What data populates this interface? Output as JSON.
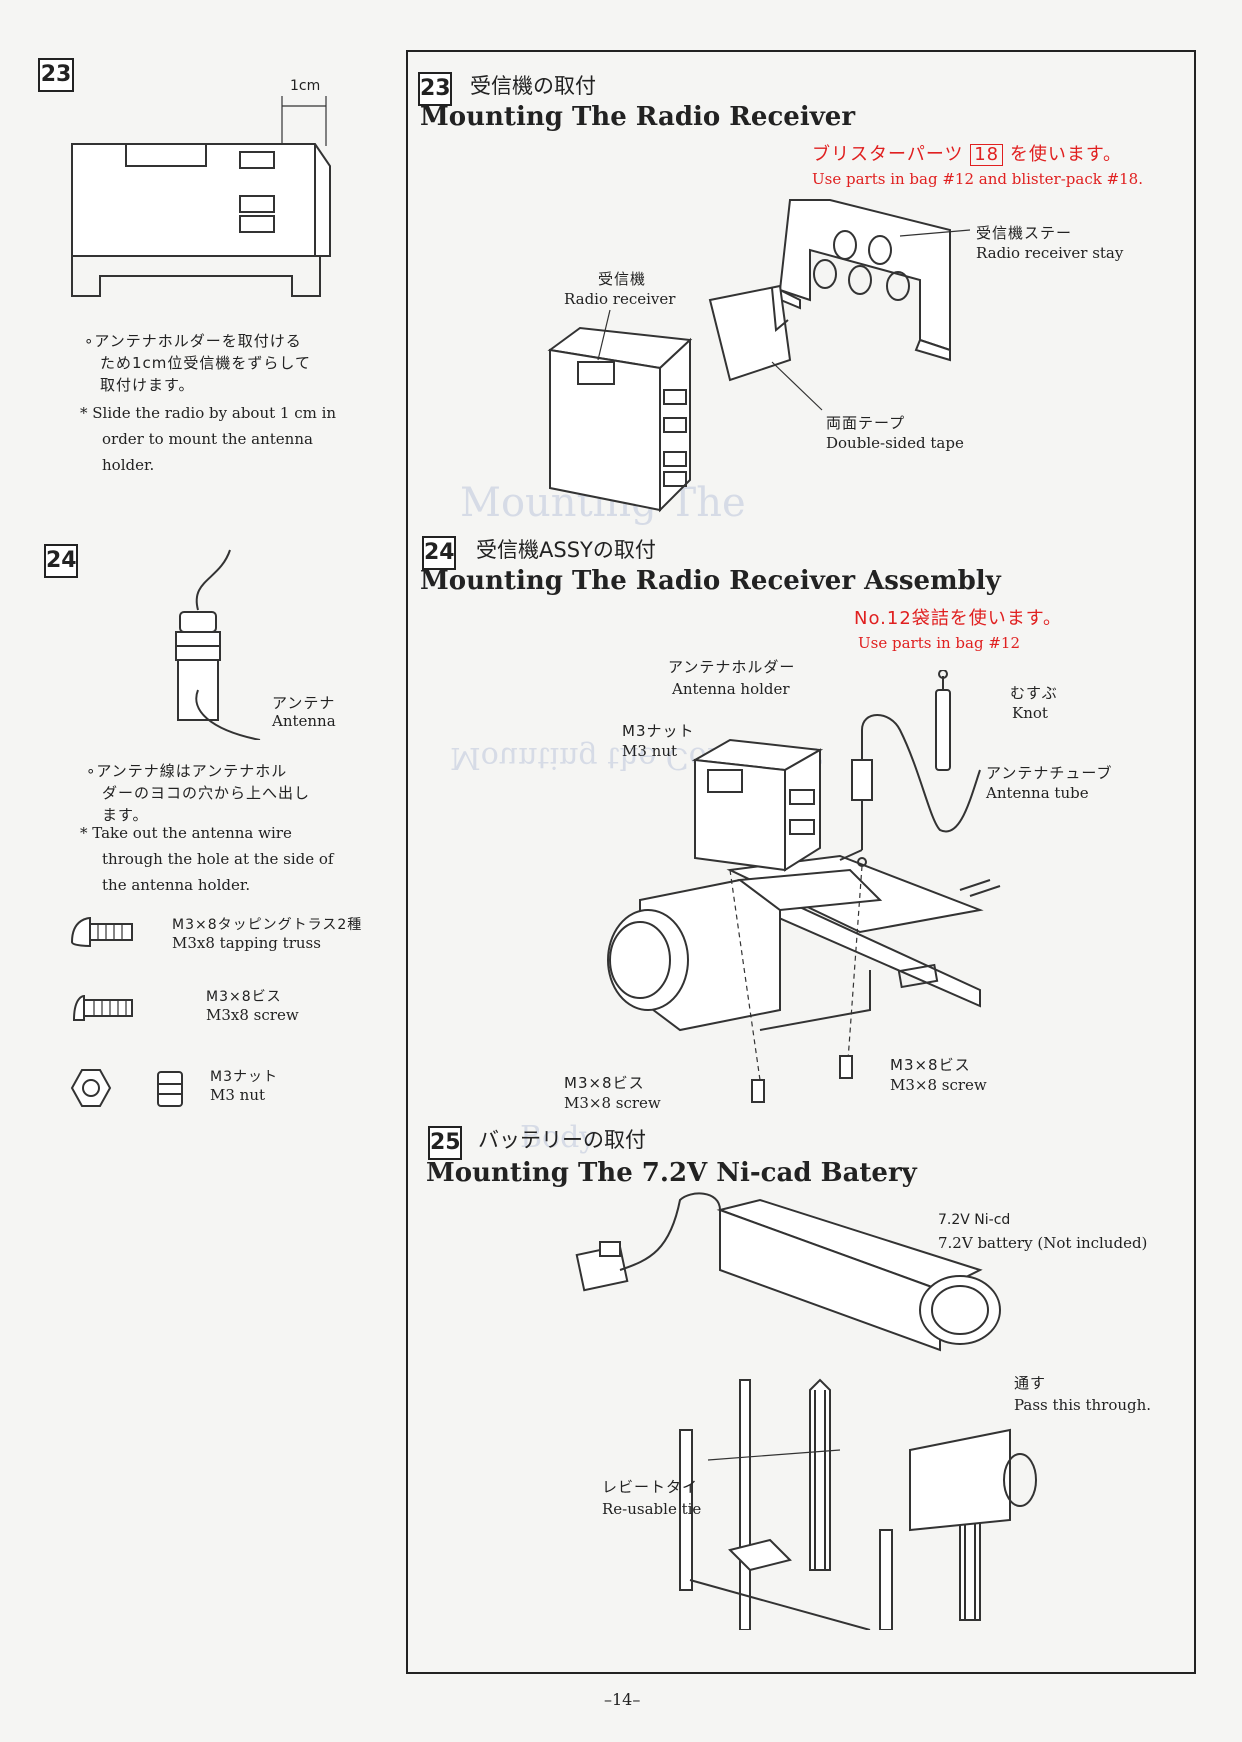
{
  "left": {
    "step23": {
      "number": "23",
      "dimension": "1cm",
      "note_jp": [
        "∘アンテナホルダーを取付ける",
        "ため1cm位受信機をずらして",
        "取付けます。"
      ],
      "note_en": [
        "* Slide the radio by about 1 cm in",
        "order to mount the antenna",
        "holder."
      ]
    },
    "step24": {
      "number": "24",
      "antenna_jp": "アンテナ",
      "antenna_en": "Antenna",
      "note_jp": [
        "∘アンテナ線はアンテナホル",
        "ダーのヨコの穴から上へ出し",
        "ます。"
      ],
      "note_en": [
        "* Take out the antenna wire",
        "through the hole at the side of",
        "the antenna holder."
      ]
    },
    "parts": [
      {
        "jp": "M3×8タッピングトラス2種",
        "en": "M3x8 tapping truss",
        "icon": "truss-screw"
      },
      {
        "jp": "M3×8ビス",
        "en": "M3x8 screw",
        "icon": "screw"
      },
      {
        "jp": "M3ナット",
        "en": "M3 nut",
        "icon": "nut"
      }
    ]
  },
  "section23": {
    "number": "23",
    "title_jp": "受信機の取付",
    "title_en": "Mounting The Radio Receiver",
    "note_jp_before": "ブリスターパーツ",
    "note_jp_box": "18",
    "note_jp_after": "を使います。",
    "note_en": "Use parts in bag #12 and blister-pack #18.",
    "labels": {
      "stay_jp": "受信機ステー",
      "stay_en": "Radio receiver stay",
      "receiver_jp": "受信機",
      "receiver_en": "Radio receiver",
      "tape_jp": "両面テープ",
      "tape_en": "Double-sided tape"
    }
  },
  "section24": {
    "number": "24",
    "title_jp": "受信機ASSYの取付",
    "title_en": "Mounting The Radio Receiver Assembly",
    "note_jp": "No.12袋詰を使います。",
    "note_en": "Use parts in bag #12",
    "labels": {
      "holder_jp": "アンテナホルダー",
      "holder_en": "Antenna holder",
      "knot_jp": "むすぶ",
      "knot_en": "Knot",
      "nut_jp": "M3ナット",
      "nut_en": "M3 nut",
      "tube_jp": "アンテナチューブ",
      "tube_en": "Antenna tube",
      "screw_left_jp": "M3×8ビス",
      "screw_left_en": "M3×8 screw",
      "screw_right_jp": "M3×8ビス",
      "screw_right_en": "M3×8 screw"
    }
  },
  "section25": {
    "number": "25",
    "title_jp": "バッテリーの取付",
    "title_en": "Mounting The 7.2V Ni-cad Batery",
    "labels": {
      "battery_1": "7.2V Ni-cd",
      "battery_2": "7.2V battery (Not included)",
      "pass_jp": "通す",
      "pass_en": "Pass this through.",
      "tie_jp": "レビートタイ",
      "tie_en": "Re-usable tie"
    }
  },
  "page_number": "–14–"
}
